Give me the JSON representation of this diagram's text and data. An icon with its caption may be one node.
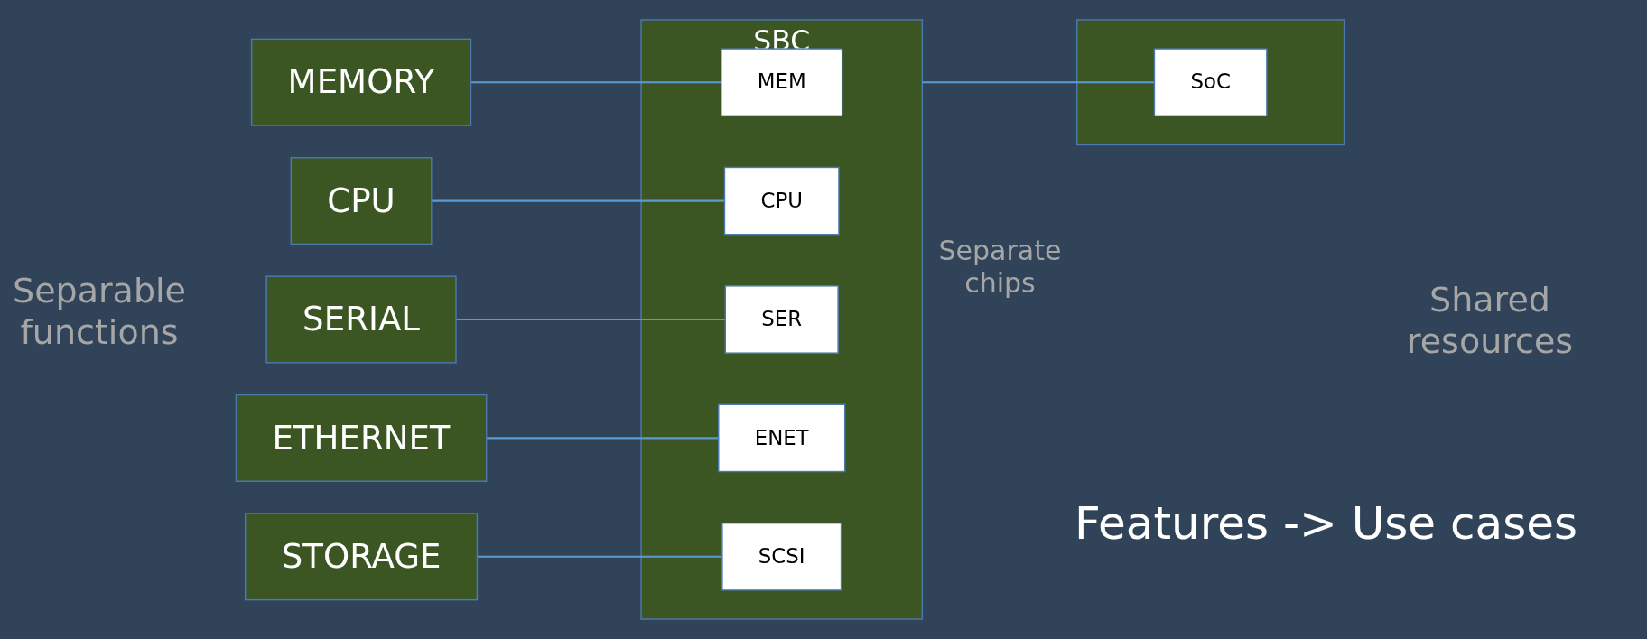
{
  "diagram": {
    "nodes": [
      {
        "text": [
          "CPU"
        ]
      },
      {
        "text": [
          "MEMORY"
        ]
      },
      {
        "text": [
          "SERIAL"
        ]
      },
      {
        "text": [
          "ETHERNET"
        ]
      },
      {
        "text": [
          "STORAGE"
        ]
      },
      {
        "text": [
          "SBC"
        ]
      },
      {
        "text": [
          "MEM"
        ],
        "in": 5
      },
      {
        "text": [
          "CPU"
        ],
        "in": 5
      },
      {
        "text": [
          "SER"
        ],
        "in": 5
      },
      {
        "text": [
          "ENET"
        ],
        "in": 5
      },
      {
        "text": [
          "SCSI"
        ],
        "in": 5
      },
      {
        "text": [],
        "shape": "box"
      },
      {
        "text": [
          "SoC"
        ],
        "in": 11
      }
    ],
    "edges": [
      {
        "from": 0,
        "to": 7,
        "arrow": "none"
      },
      {
        "from": 1,
        "to": 6,
        "arrow": "none"
      },
      {
        "from": 2,
        "to": 8,
        "arrow": "none"
      },
      {
        "from": 3,
        "to": 9,
        "arrow": "none"
      },
      {
        "from": 4,
        "to": 10,
        "arrow": "none"
      },
      {
        "from": 5,
        "to": 12,
        "arrow": "none"
      }
    ],
    "labels": [
      "Separable functions",
      "Separate chips",
      "Shared resources",
      "Features -> Use cases"
    ]
  }
}
